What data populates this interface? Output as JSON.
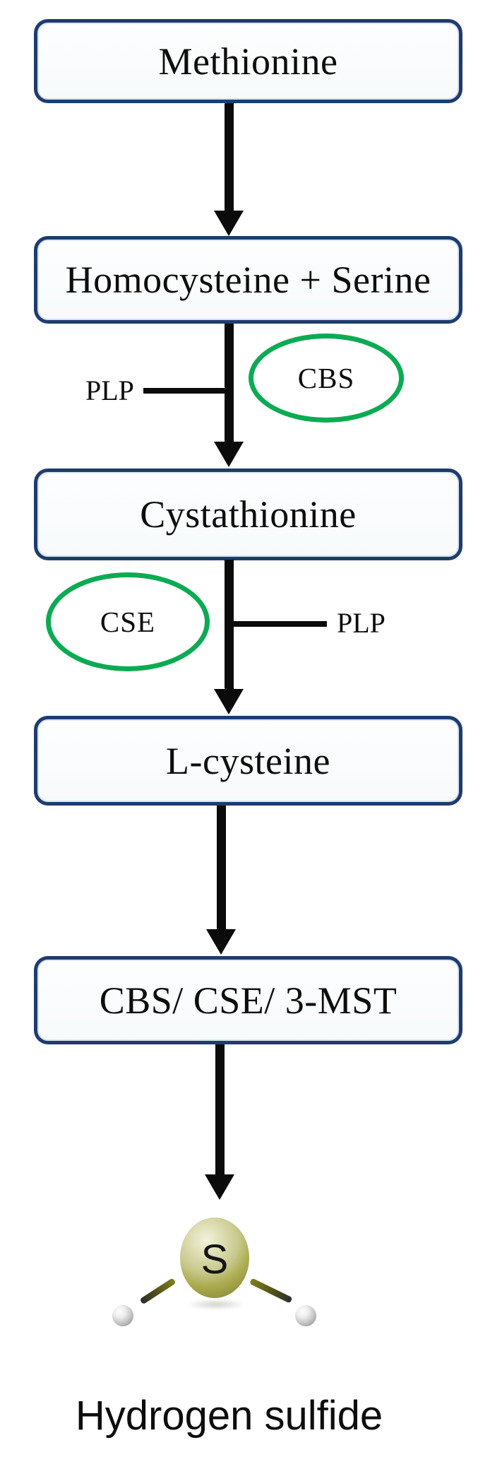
{
  "pathway": {
    "nodes": [
      {
        "id": "methionine",
        "label": "Methionine"
      },
      {
        "id": "homocysteine-serine",
        "label": "Homocysteine + Serine"
      },
      {
        "id": "cystathionine",
        "label": "Cystathionine"
      },
      {
        "id": "l-cysteine",
        "label": "L-cysteine"
      },
      {
        "id": "enzyme-trio",
        "label": "CBS/ CSE/ 3-MST"
      }
    ],
    "enzymes": [
      {
        "id": "cbs",
        "label": "CBS"
      },
      {
        "id": "cse",
        "label": "CSE"
      }
    ],
    "cofactors": [
      {
        "id": "plp-left",
        "label": "PLP"
      },
      {
        "id": "plp-right",
        "label": "PLP"
      }
    ]
  },
  "molecule": {
    "sulfur_label": "S",
    "caption": "Hydrogen sulfide"
  },
  "colors": {
    "box_border": "#1e3c6e",
    "enzyme_green": "#0cab53",
    "arrow_black": "#0b0b0b",
    "sulfur_olive": "#aeae55",
    "hydrogen_gray": "#c9c9c9"
  }
}
